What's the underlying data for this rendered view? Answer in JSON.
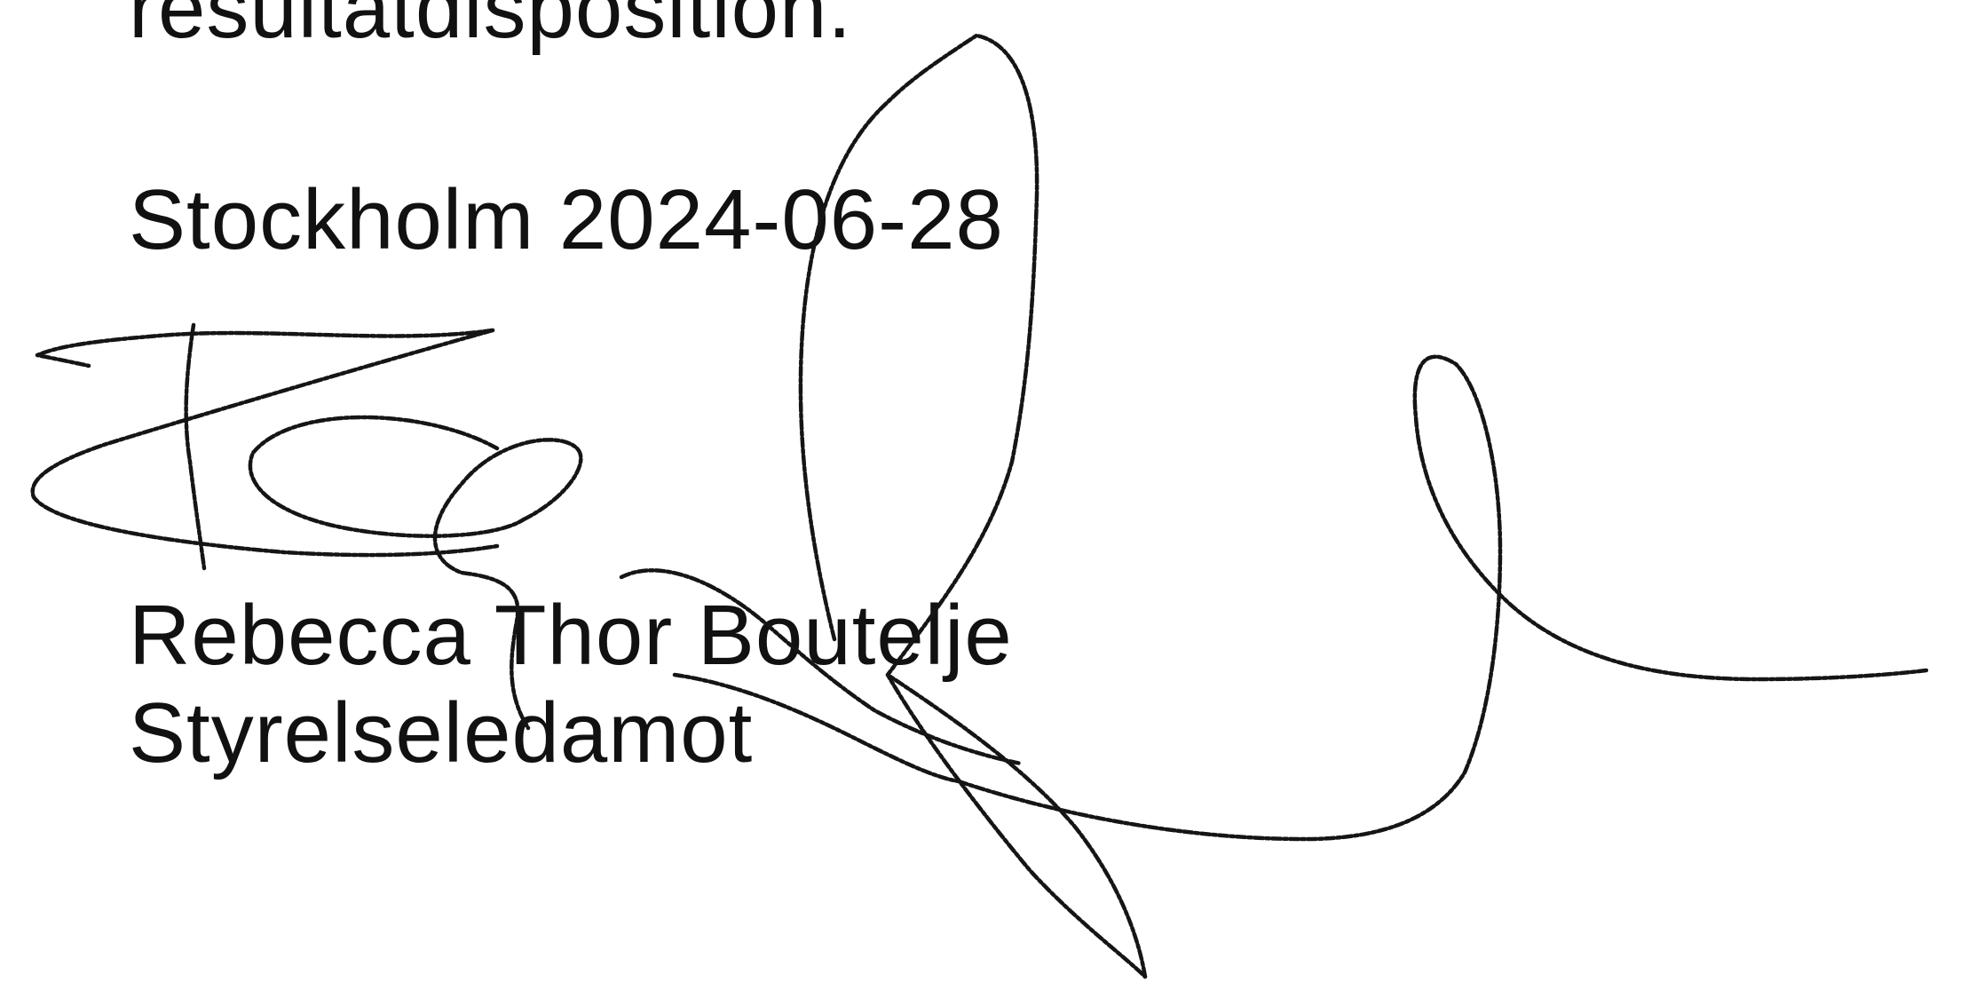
{
  "document": {
    "partial_line": "resultatdisposition.",
    "place_date": "Stockholm 2024-06-28",
    "signatory": {
      "name": "Rebecca Thor Boutelje",
      "role": "Styrelseledamot"
    }
  },
  "colors": {
    "ink": "#151515",
    "background": "#ffffff"
  }
}
